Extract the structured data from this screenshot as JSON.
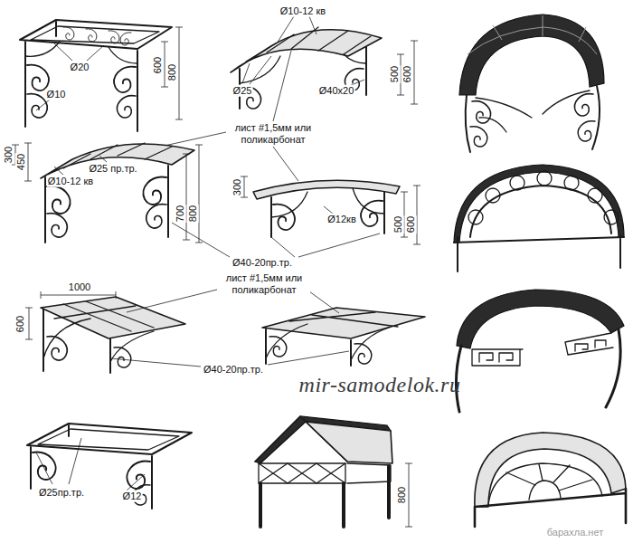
{
  "diagram": {
    "labels": [
      "Ø20",
      "Ø10",
      "600",
      "800",
      "Ø10-12 кв",
      "Ø25",
      "Ø40x20",
      "500",
      "600",
      "лист #1,5мм или поликарбонат",
      "300",
      "450",
      "Ø25 пр.тр.",
      "Ø10-12 кв",
      "700",
      "800",
      "300",
      "Ø12кв",
      "500",
      "600",
      "Ø40-20пр.тр.",
      "1000",
      "600",
      "лист #1,5мм или поликарбонат",
      "Ø40-20пр.тр.",
      "mir-samodelok.ru",
      "Ø25пр.тр.",
      "Ø12",
      "800",
      "барахла.нет"
    ]
  }
}
